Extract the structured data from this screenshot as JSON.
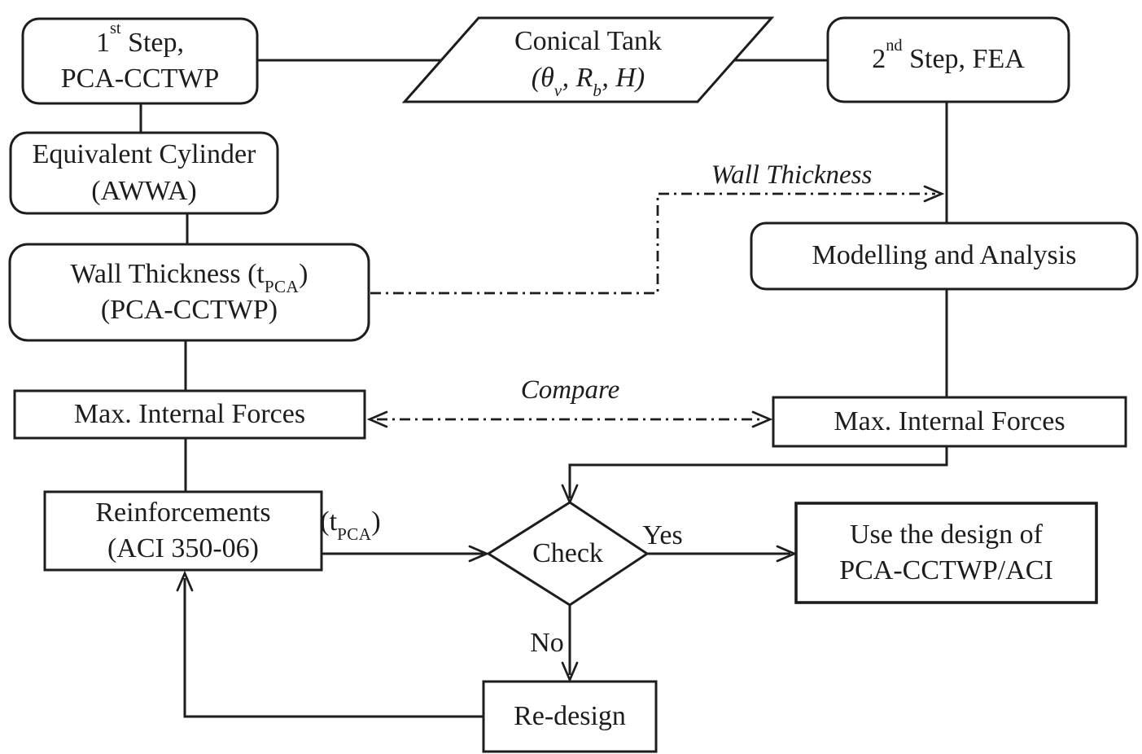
{
  "figure": {
    "background": "#ffffff",
    "line_color": "#1d1d1d",
    "description": "Two-step design flowchart comparing PCA-CCTWP hand design with FEA for conical tanks"
  },
  "nodes": {
    "step1": {
      "shape": "rounded-rect",
      "line1": {
        "pre": "1",
        "sup": "st",
        "post": " Step,"
      },
      "line2": "PCA-CCTWP"
    },
    "conical_tank": {
      "shape": "parallelogram",
      "line1": "Conical Tank",
      "formula": {
        "p1": "(θ",
        "sub1": "v",
        "p2": ", R",
        "sub2": "b",
        "p3": ", H)"
      }
    },
    "step2": {
      "shape": "rounded-rect",
      "line1": {
        "pre": "2",
        "sup": "nd",
        "post": " Step, FEA"
      }
    },
    "equivalent_cylinder": {
      "shape": "rounded-rect",
      "line1": "Equivalent Cylinder",
      "line2": "(AWWA)"
    },
    "wall_thickness": {
      "shape": "rounded-rect",
      "line1": {
        "p1": "Wall Thickness (t",
        "sub": "PCA",
        "p2": ")"
      },
      "line2": "(PCA-CCTWP)"
    },
    "modelling": {
      "shape": "rounded-rect",
      "line1": "Modelling and Analysis"
    },
    "max_forces_left": {
      "shape": "rect",
      "line1": "Max. Internal Forces"
    },
    "max_forces_right": {
      "shape": "rect",
      "line1": "Max. Internal Forces"
    },
    "reinforcements": {
      "shape": "rect",
      "line1": "Reinforcements",
      "line2": "(ACI 350-06)"
    },
    "check": {
      "shape": "diamond",
      "line1": "Check"
    },
    "use_design": {
      "shape": "rect",
      "line1": "Use the design of",
      "line2": "PCA-CCTWP/ACI"
    },
    "redesign": {
      "shape": "rect",
      "line1": "Re-design"
    }
  },
  "edge_labels": {
    "wall_thickness": "Wall Thickness",
    "compare": "Compare",
    "tpca": {
      "p1": "(t",
      "sub": "PCA",
      "p2": ")"
    },
    "yes": "Yes",
    "no": "No"
  }
}
